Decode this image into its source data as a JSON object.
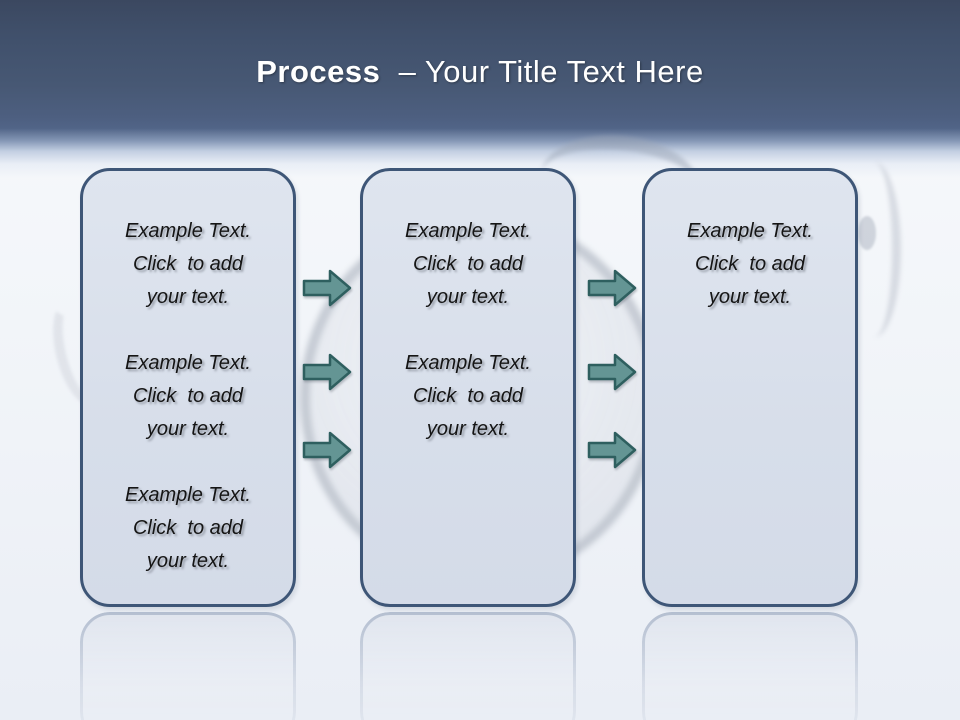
{
  "slide": {
    "title": {
      "keyword": "Process",
      "rest": "  – Your Title Text Here"
    },
    "columns": [
      {
        "name": "step-1",
        "blocks": [
          "Example Text.\nClick  to add\nyour text.",
          "Example Text.\nClick  to add\nyour text.",
          "Example Text.\nClick  to add\nyour text."
        ]
      },
      {
        "name": "step-2",
        "blocks": [
          "Example Text.\nClick  to add\nyour text.",
          "Example Text.\nClick  to add\nyour text."
        ]
      },
      {
        "name": "step-3",
        "blocks": [
          "Example Text.\nClick  to add\nyour text."
        ]
      }
    ],
    "arrows": {
      "columns": 2,
      "per_column": 3,
      "direction": "right"
    },
    "colors": {
      "header_top": "#3b4860",
      "header_bottom": "#516487",
      "box_fill": "#d7deea",
      "box_border": "#3e5677",
      "arrow_fill": "#649594",
      "arrow_border": "#2e5f5f",
      "title_text": "#ffffff",
      "body_text": "#151515"
    }
  }
}
